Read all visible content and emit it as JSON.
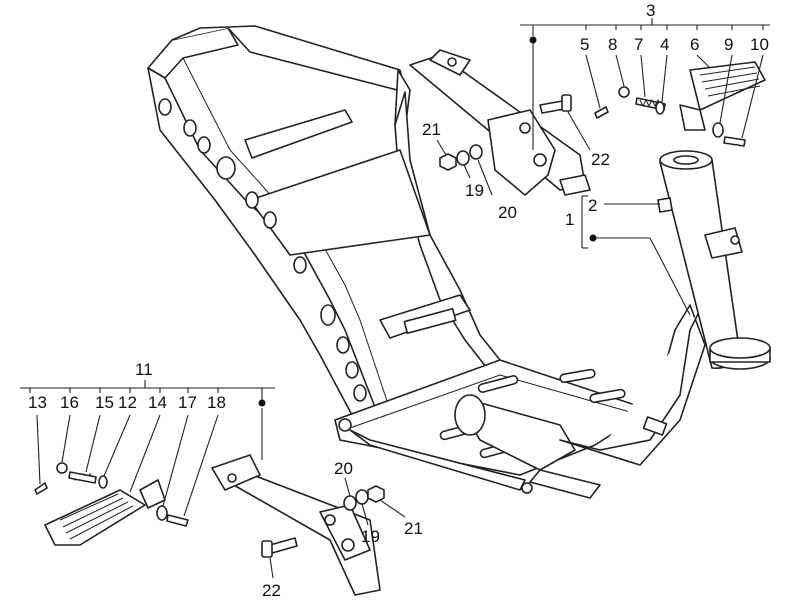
{
  "diagram": {
    "labels": {
      "l1": "1",
      "l2": "2",
      "l3": "3",
      "l4": "4",
      "l5": "5",
      "l6": "6",
      "l7": "7",
      "l8": "8",
      "l9": "9",
      "l10": "10",
      "l11": "11",
      "l12": "12",
      "l13": "13",
      "l14": "14",
      "l15": "15",
      "l16": "16",
      "l17": "17",
      "l18": "18",
      "l19a": "19",
      "l19b": "19",
      "l20a": "20",
      "l20b": "20",
      "l21a": "21",
      "l21b": "21",
      "l22a": "22",
      "l22b": "22"
    }
  }
}
